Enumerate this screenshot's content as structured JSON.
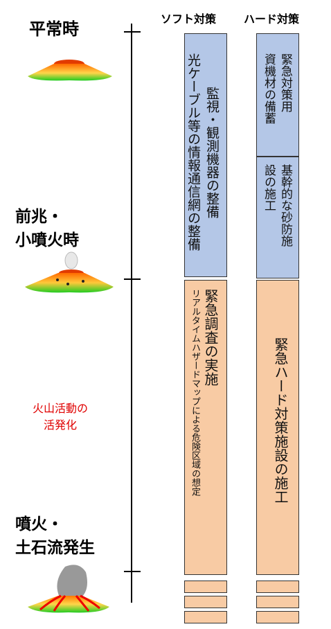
{
  "phases": {
    "normal": "平常時",
    "precursor_l1": "前兆・",
    "precursor_l2": "小噴火時",
    "eruption_l1": "噴火・",
    "eruption_l2": "土石流発生"
  },
  "activity": {
    "line1": "火山活動の",
    "line2": "活発化"
  },
  "columns": {
    "soft": "ソフト対策",
    "hard": "ハード対策"
  },
  "soft_blue": {
    "col1": "監視・観測機器の整備",
    "col2": "光ケーブル等の情報通信網の整備"
  },
  "soft_orange": {
    "col1": "緊急調査の実施",
    "col2": "リアルタイムハザードマップによる危険区域の想定"
  },
  "hard_blue_top": {
    "col1": "緊急対策用",
    "col2": "資機材の備蓄"
  },
  "hard_blue_mid": {
    "col1": "基幹的な砂防施",
    "col2": "設の施工"
  },
  "hard_orange": {
    "text": "緊急ハード対策施設の施工"
  },
  "colors": {
    "blue": "#b4c7e7",
    "orange": "#f8cba4",
    "activity_red": "#e00000"
  }
}
